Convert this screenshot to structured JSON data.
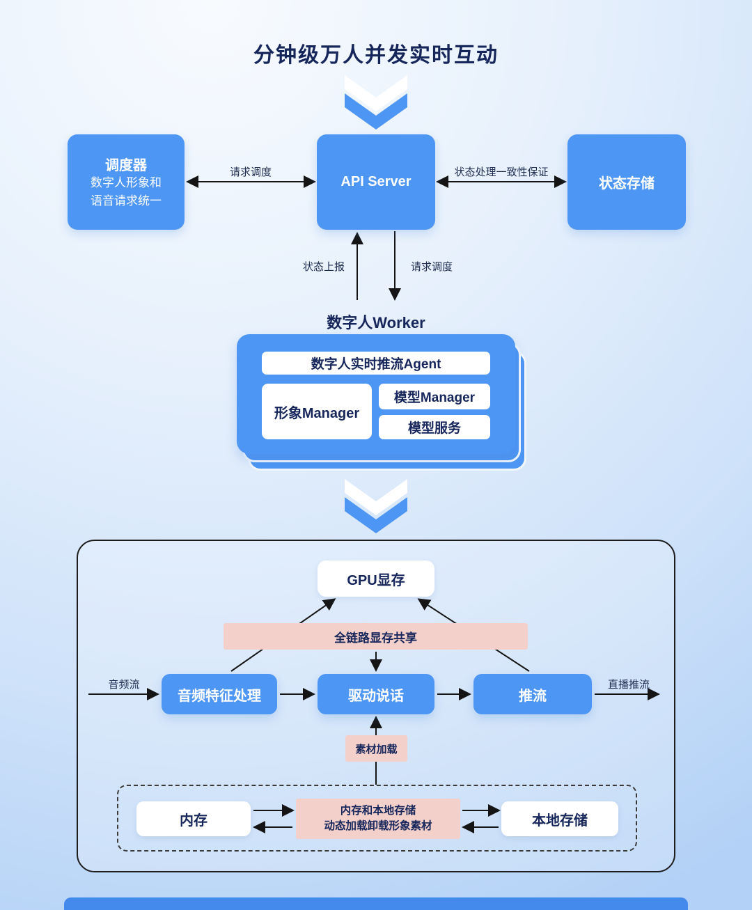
{
  "colors": {
    "box_blue": "#4E96F3",
    "pink": "#F4D0CA",
    "navy": "#16265B",
    "line": "#151515"
  },
  "title": "分钟级万人并发实时互动",
  "top": {
    "scheduler_title": "调度器",
    "scheduler_line1": "数字人形象和",
    "scheduler_line2": "语音请求统一",
    "api_server": "API Server",
    "state_store": "状态存储",
    "label_request_dispatch_left": "请求调度",
    "label_state_consistency": "状态处理一致性保证",
    "label_state_report": "状态上报",
    "label_request_dispatch_down": "请求调度"
  },
  "worker": {
    "label": "数字人Worker",
    "agent": "数字人实时推流Agent",
    "avatar_manager": "形象Manager",
    "model_manager": "模型Manager",
    "model_service": "模型服务"
  },
  "pipeline": {
    "gpu_memory": "GPU显存",
    "memory_share_bar": "全链路显存共享",
    "audio_stream_in": "音频流",
    "audio_feature": "音频特征处理",
    "drive_talk": "驱动说话",
    "push_stream": "推流",
    "live_push_out": "直播推流",
    "material_load": "素材加载",
    "memory": "内存",
    "mem_local_line1": "内存和本地存储",
    "mem_local_line2": "动态加载卸载形象素材",
    "local_storage": "本地存储"
  }
}
